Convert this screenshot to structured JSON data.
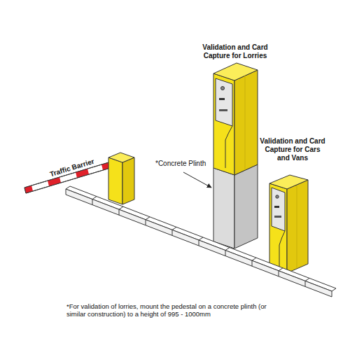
{
  "diagram": {
    "labels": [
      "Traffic Barrier",
      "Validation and Card Capture for Lorries",
      "Validation and Card Capture for Cars and Vans",
      "*Concrete Plinth",
      "*For validation of lorries, mount the pedestal on a concrete plinth (or similar construction) to a height of 995 - 1000mm"
    ]
  }
}
